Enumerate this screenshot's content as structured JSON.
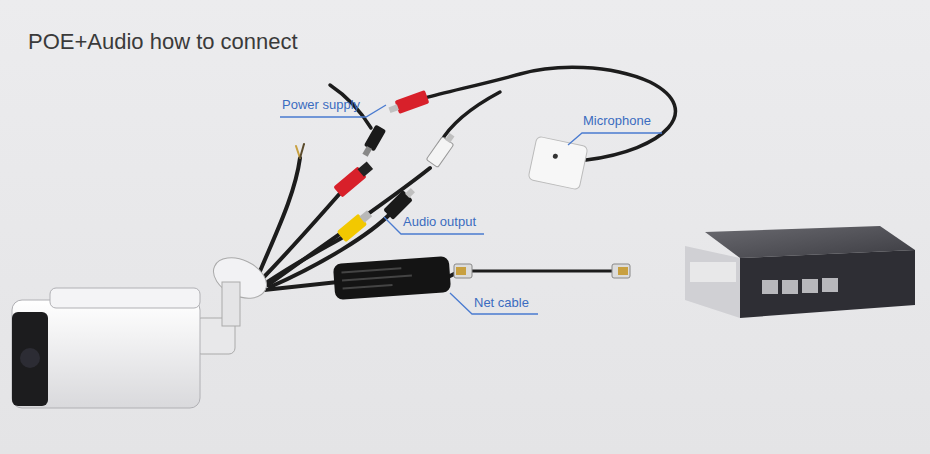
{
  "diagram": {
    "title": "POE+Audio how to connect",
    "labels": [
      "Power supply",
      "Microphone",
      "Audio output",
      "Net cable"
    ]
  }
}
